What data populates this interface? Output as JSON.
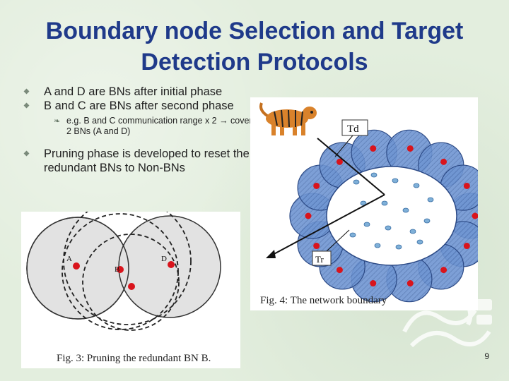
{
  "slide": {
    "title": "Boundary node Selection and Target Detection Protocols",
    "page_number": "9"
  },
  "bullets": [
    {
      "text": "A and D are BNs after initial phase"
    },
    {
      "text": "B and C are BNs after second phase"
    },
    {
      "sub_text": "e.g. B and C communication range x 2 → cover 2 BNs (A and D)"
    },
    {
      "text": "Pruning phase is developed to reset the redundant BNs to Non-BNs"
    }
  ],
  "figure4": {
    "caption": "Fig. 4: The network boundary",
    "label_td": "Td",
    "label_tr": "Tr"
  },
  "figure3": {
    "caption": "Fig. 3: Pruning the redundant BN B.",
    "node_labels": [
      "A",
      "B",
      "D"
    ]
  },
  "colors": {
    "title": "#1f3a8a",
    "background": "#e3eede",
    "boundary_node": "#d9141c",
    "interior_node": "#7fb0d8",
    "network_fill": "#5f86c8"
  }
}
